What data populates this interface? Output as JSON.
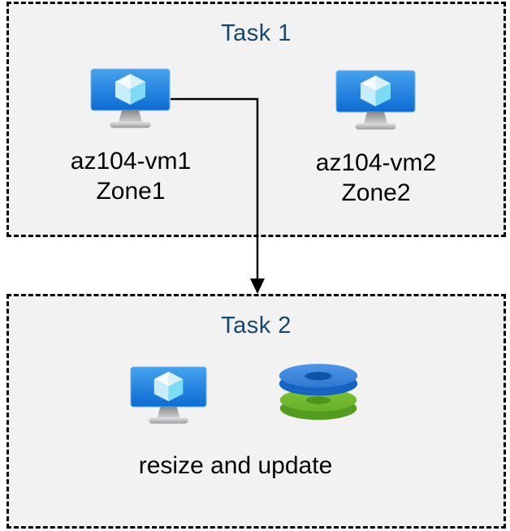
{
  "diagram": {
    "task1": {
      "title": "Task 1",
      "vms": [
        {
          "name": "az104-vm1",
          "zone": "Zone1",
          "icon": "virtual-machine-icon"
        },
        {
          "name": "az104-vm2",
          "zone": "Zone2",
          "icon": "virtual-machine-icon"
        }
      ]
    },
    "task2": {
      "title": "Task 2",
      "caption": "resize and update",
      "icons": [
        "virtual-machine-icon",
        "disks-icon"
      ]
    },
    "arrow": {
      "from": "az104-vm1",
      "to": "Task 2",
      "style": "elbow-right-then-down"
    },
    "colors": {
      "box_background": "#f2f2f2",
      "box_border": "#000000",
      "title_text": "#17466e",
      "body_text": "#000000",
      "arrow": "#000000",
      "vm_screen_top": "#46a2ed",
      "vm_screen_bottom": "#0c6bd3",
      "vm_cube_light": "#f5fcfe",
      "vm_cube_cyan": "#7cdcf6",
      "disk_blue_top": "#3b87de",
      "disk_blue_side": "#1563c2",
      "disk_blue_hole": "#0d55a5",
      "disk_green_top": "#72b92f",
      "disk_green_side": "#539c1e",
      "disk_green_hole": "#4f9419"
    }
  }
}
